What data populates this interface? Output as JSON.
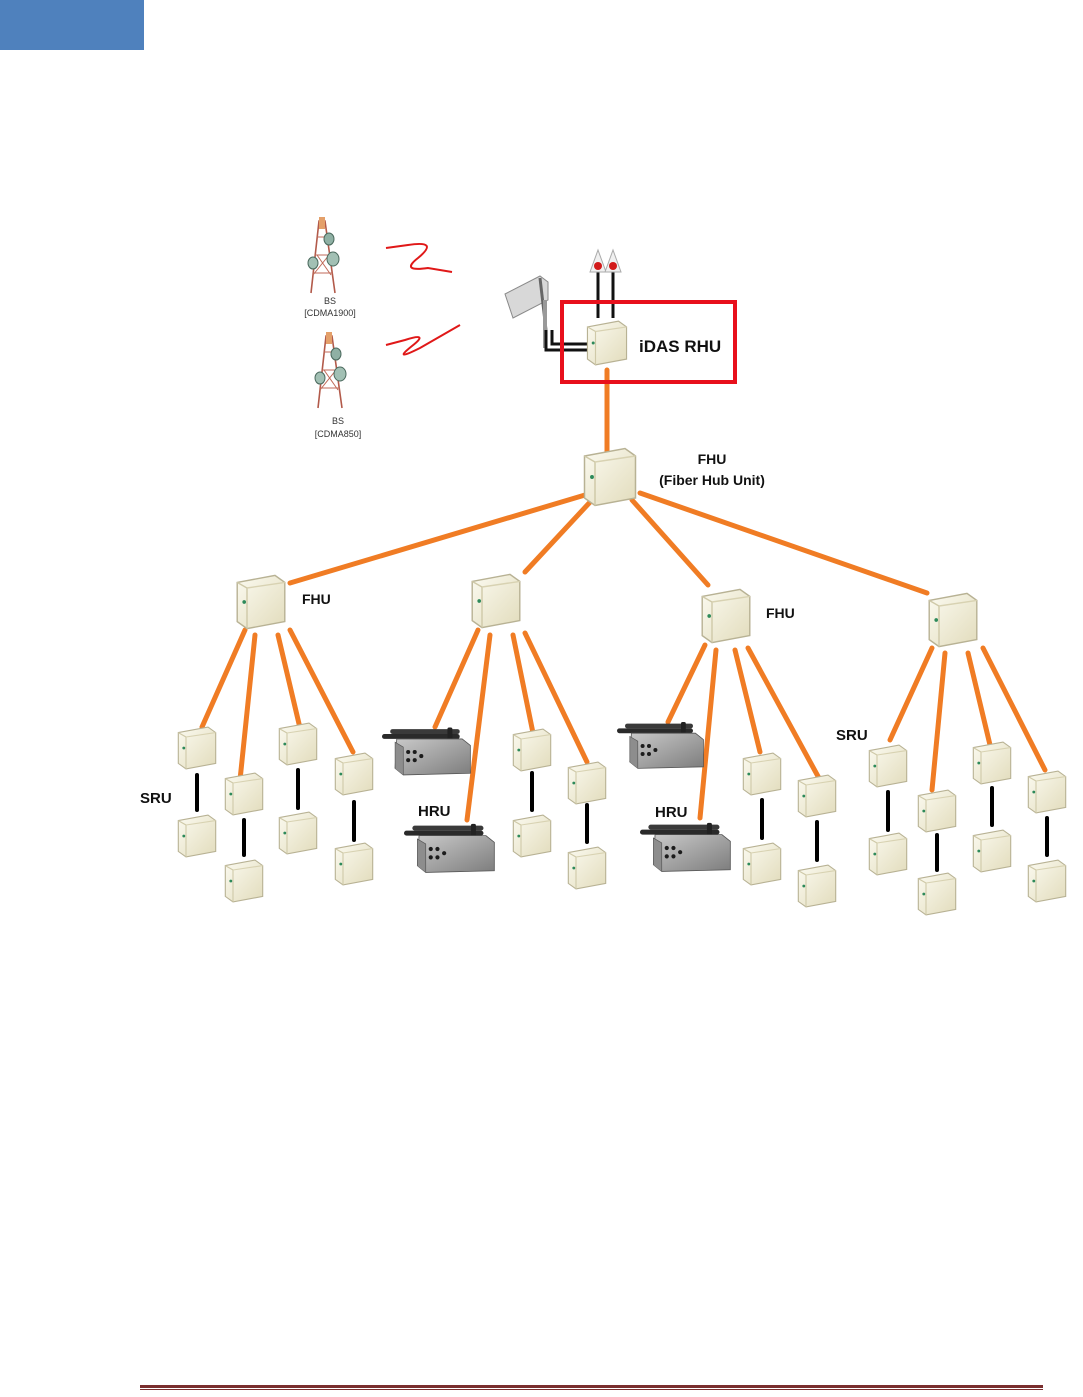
{
  "header": {
    "accent_color": "#4f81bd"
  },
  "diagram": {
    "base_stations": [
      {
        "label": "BS",
        "band": "[CDMA1900]"
      },
      {
        "label": "BS",
        "band": "[CDMA850]"
      }
    ],
    "rhu_label": "iDAS RHU",
    "hub": {
      "label": "FHU",
      "sublabel": "(Fiber Hub Unit)"
    },
    "fhu_left": "FHU",
    "fhu_right": "FHU",
    "sru_left": "SRU",
    "sru_right": "SRU",
    "hru_left": "HRU",
    "hru_right": "HRU",
    "colors": {
      "fiber": "#f07c24",
      "highlight": "#e8101c",
      "link": "#000000",
      "signal": "#e01818",
      "unit_body": "#f3f0dc"
    }
  },
  "footer": {
    "rule_color": "#7a2e2e"
  }
}
